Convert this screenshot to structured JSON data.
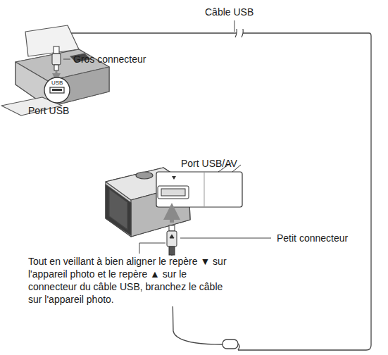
{
  "diagram": {
    "labels": [
      "Câble USB",
      "Gros connecteur",
      "USB",
      "Port USB",
      "Port USB/AV",
      "Petit connecteur",
      "Tout en veillant à bien aligner le repère ▼ sur l'appareil photo et le repère ▲ sur le connecteur du câble USB, branchez le câble sur l'appareil photo."
    ]
  }
}
